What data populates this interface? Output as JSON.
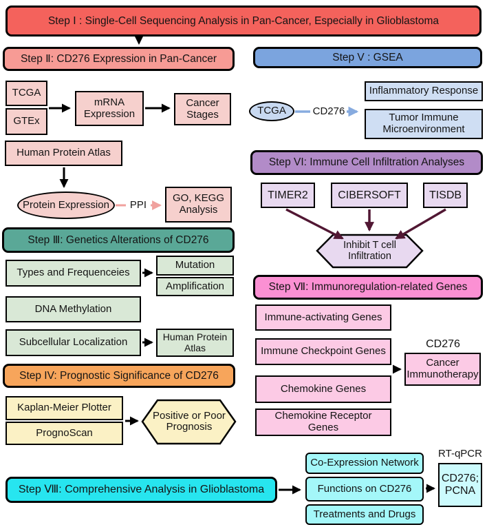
{
  "title": "CD276 pan-cancer analysis workflow flowchart",
  "colors": {
    "step1_red": "#f4625c",
    "step2_salmon": "#f79b95",
    "pink_light": "#f6d0cd",
    "teal": "#5aa897",
    "green_light": "#d9e8d6",
    "orange": "#f7a55b",
    "yellow_light": "#fbf1c5",
    "blue_header": "#7ba4de",
    "blue_light": "#cfdef3",
    "blue_ellipse": "#c8d9f1",
    "purple_header": "#b28bc8",
    "purple_light": "#e8d9f0",
    "maroon_arrow": "#511733",
    "pink_header": "#fb90d3",
    "pink_box": "#fccae5",
    "cyan_header": "#27e5ef",
    "cyan_light": "#a4f7f9",
    "cyan_pale": "#ccfbfd",
    "pink_arrow": "#f0a19e",
    "blue_arrow": "#87abdf",
    "black": "#000000"
  },
  "steps": {
    "step1": "Step Ⅰ : Single-Cell Sequencing Analysis in Pan-Cancer, Especially in Glioblastoma",
    "step2": "Step Ⅱ: CD276 Expression in Pan-Cancer",
    "step3": "Step Ⅲ: Genetics Alterations of CD276",
    "step4": "Step IV: Prognostic Significance of CD276",
    "step5": "Step V : GSEA",
    "step6": "Step VI: Immune Cell Infiltration Analyses",
    "step7": "Step Ⅶ: Immunoregulation-related Genes",
    "step8": "Step Ⅷ: Comprehensive Analysis in Glioblastoma"
  },
  "expression_section": {
    "tcga": "TCGA",
    "gtex": "GTEx",
    "mrna_expression": "mRNA Expression",
    "cancer_stages": "Cancer Stages",
    "human_protein_atlas": "Human Protein Atlas",
    "protein_expression": "Protein Expression",
    "ppi_label": "PPI",
    "go_kegg": "GO, KEGG Analysis"
  },
  "genetics_section": {
    "types_frequencies": "Types and Frequenceies",
    "mutation": "Mutation",
    "amplification": "Amplification",
    "dna_methylation": "DNA Methylation",
    "subcellular_localization": "Subcellular Localization",
    "human_protein_atlas": "Human Protein Atlas"
  },
  "prognosis_section": {
    "kaplan_meier": "Kaplan-Meier Plotter",
    "prognoscan": "PrognoScan",
    "prognosis_hexagon": "Positive or Poor Prognosis"
  },
  "gsea_section": {
    "tcga_ellipse": "TCGA",
    "cd276_label": "CD276",
    "inflammatory_response": "Inflammatory Response",
    "tumor_immune_microenvironment": "Tumor Immune Microenvironment"
  },
  "infiltration_section": {
    "timer2": "TIMER2",
    "cibersoft": "CIBERSOFT",
    "tisdb": "TISDB",
    "inhibit_hexagon": "Inhibit T cell Infiltration"
  },
  "immunoregulation_section": {
    "immune_activating": "Immune-activating Genes",
    "immune_checkpoint": "Immune Checkpoint Genes",
    "chemokine_genes": "Chemokine Genes",
    "chemokine_receptor_genes": "Chemokine Receptor Genes",
    "cd276_label": "CD276",
    "cancer_immunotherapy": "Cancer Immunotherapy"
  },
  "glioblastoma_section": {
    "coexpression_network": "Co-Expression Network",
    "functions_on_cd276": "Functions on CD276",
    "treatments_and_drugs": "Treatments and Drugs",
    "rtqpcr_label": "RT-qPCR",
    "cd276_pcna": "CD276; PCNA"
  }
}
